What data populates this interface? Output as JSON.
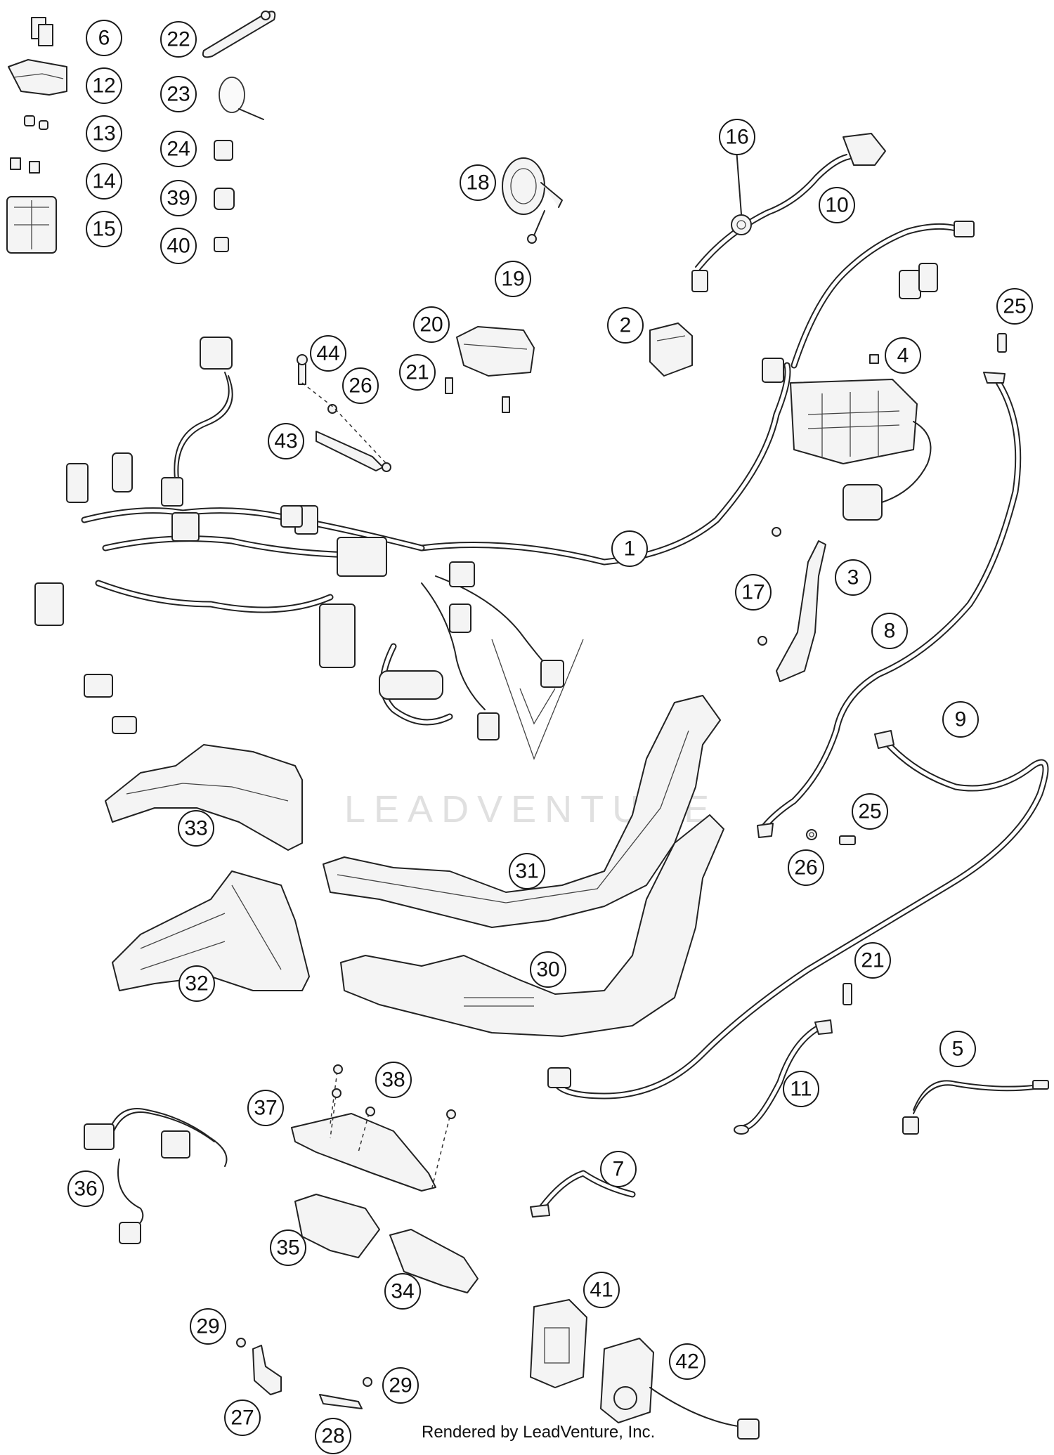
{
  "watermark_text": "LEADVENTURE",
  "credit_text": "Rendered by LeadVenture, Inc.",
  "callouts": [
    "1",
    "2",
    "3",
    "4",
    "5",
    "6",
    "7",
    "8",
    "9",
    "10",
    "11",
    "12",
    "13",
    "14",
    "15",
    "16",
    "17",
    "18",
    "19",
    "20",
    "21",
    "21",
    "22",
    "23",
    "24",
    "25",
    "25",
    "26",
    "26",
    "27",
    "28",
    "29",
    "29",
    "30",
    "31",
    "32",
    "33",
    "34",
    "35",
    "36",
    "37",
    "38",
    "39",
    "40",
    "41",
    "42",
    "43",
    "44"
  ]
}
